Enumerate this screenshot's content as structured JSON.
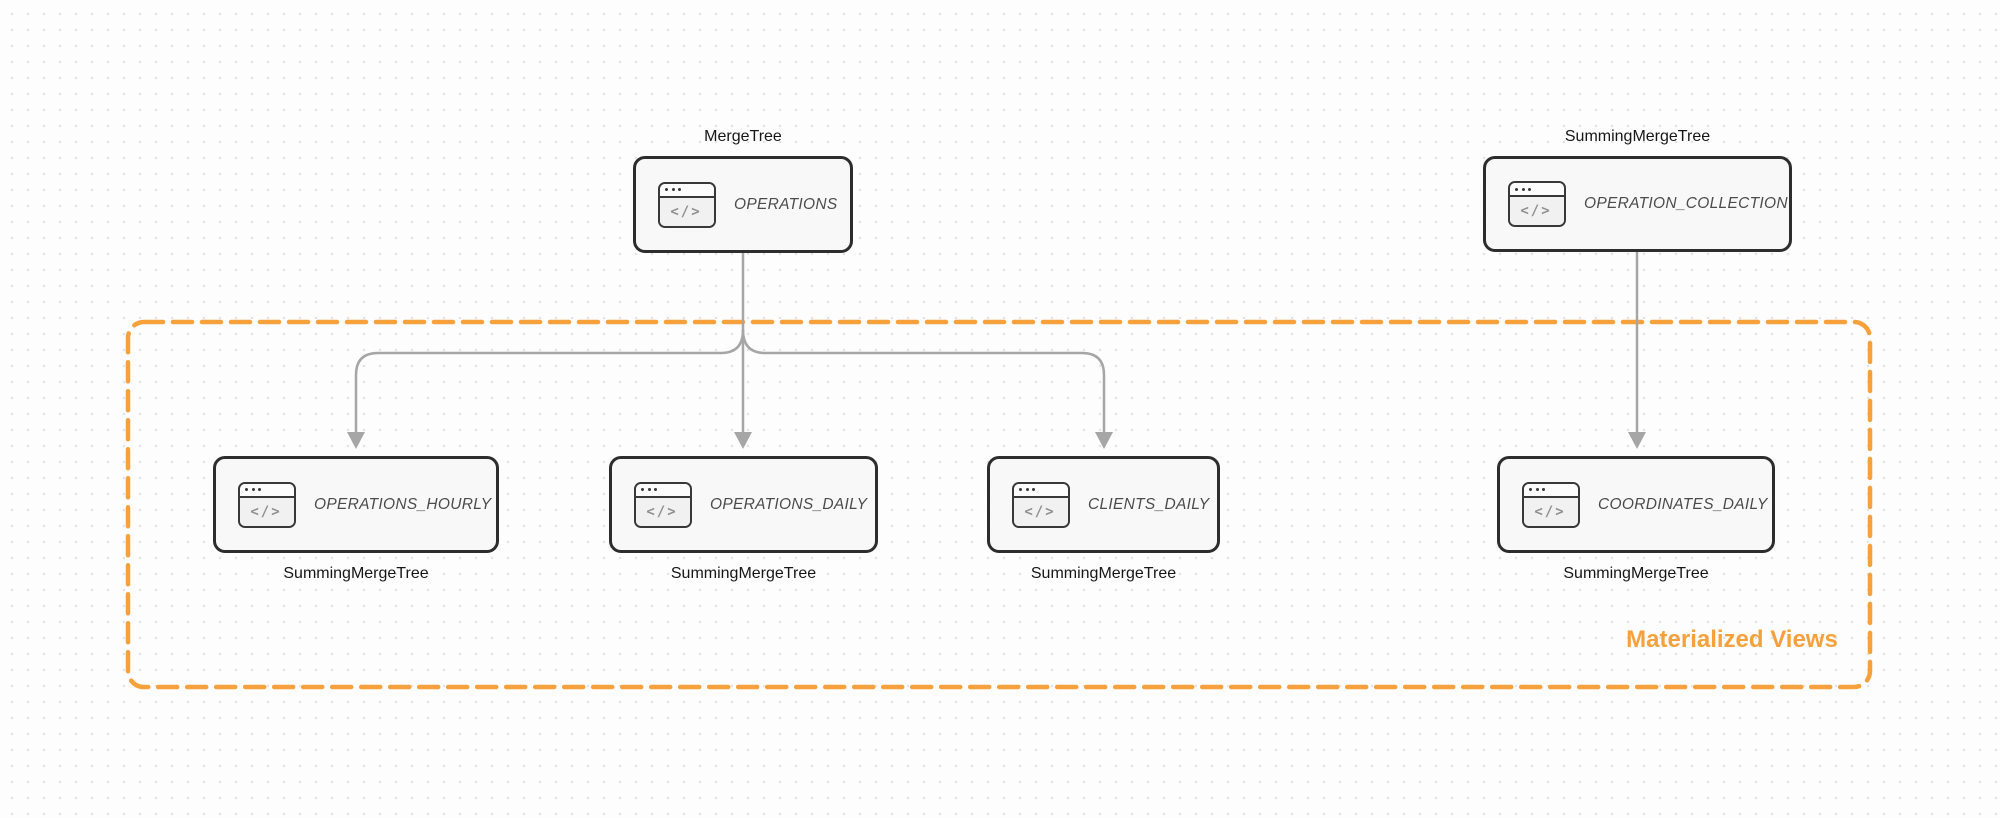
{
  "diagram": {
    "type": "database-table-flow",
    "group_label": "Materialized Views"
  },
  "colors": {
    "accent_orange": "#F6A13B",
    "node_border": "#2D2D2D",
    "node_fill": "#F8F8F8",
    "arrow_gray": "#A6A6A6",
    "node_title_text": "#4B4B4B",
    "engine_label_text": "#161616",
    "grid_dot": "#E3E3E7"
  },
  "icon": {
    "name": "code-window-icon",
    "glyph": "</>"
  },
  "nodes": [
    {
      "title": "OPERATIONS",
      "engine": "MergeTree",
      "engine_label_position": "above"
    },
    {
      "title": "OPERATION_COLLECTION",
      "engine": "SummingMergeTree",
      "engine_label_position": "above"
    },
    {
      "title": "OPERATIONS_HOURLY",
      "engine": "SummingMergeTree",
      "engine_label_position": "below"
    },
    {
      "title": "OPERATIONS_DAILY",
      "engine": "SummingMergeTree",
      "engine_label_position": "below"
    },
    {
      "title": "CLIENTS_DAILY",
      "engine": "SummingMergeTree",
      "engine_label_position": "below"
    },
    {
      "title": "COORDINATES_DAILY",
      "engine": "SummingMergeTree",
      "engine_label_position": "below"
    }
  ],
  "edges": [
    {
      "from": "OPERATIONS",
      "to": "OPERATIONS_HOURLY"
    },
    {
      "from": "OPERATIONS",
      "to": "OPERATIONS_DAILY"
    },
    {
      "from": "OPERATIONS",
      "to": "CLIENTS_DAILY"
    },
    {
      "from": "OPERATION_COLLECTION",
      "to": "COORDINATES_DAILY"
    }
  ]
}
